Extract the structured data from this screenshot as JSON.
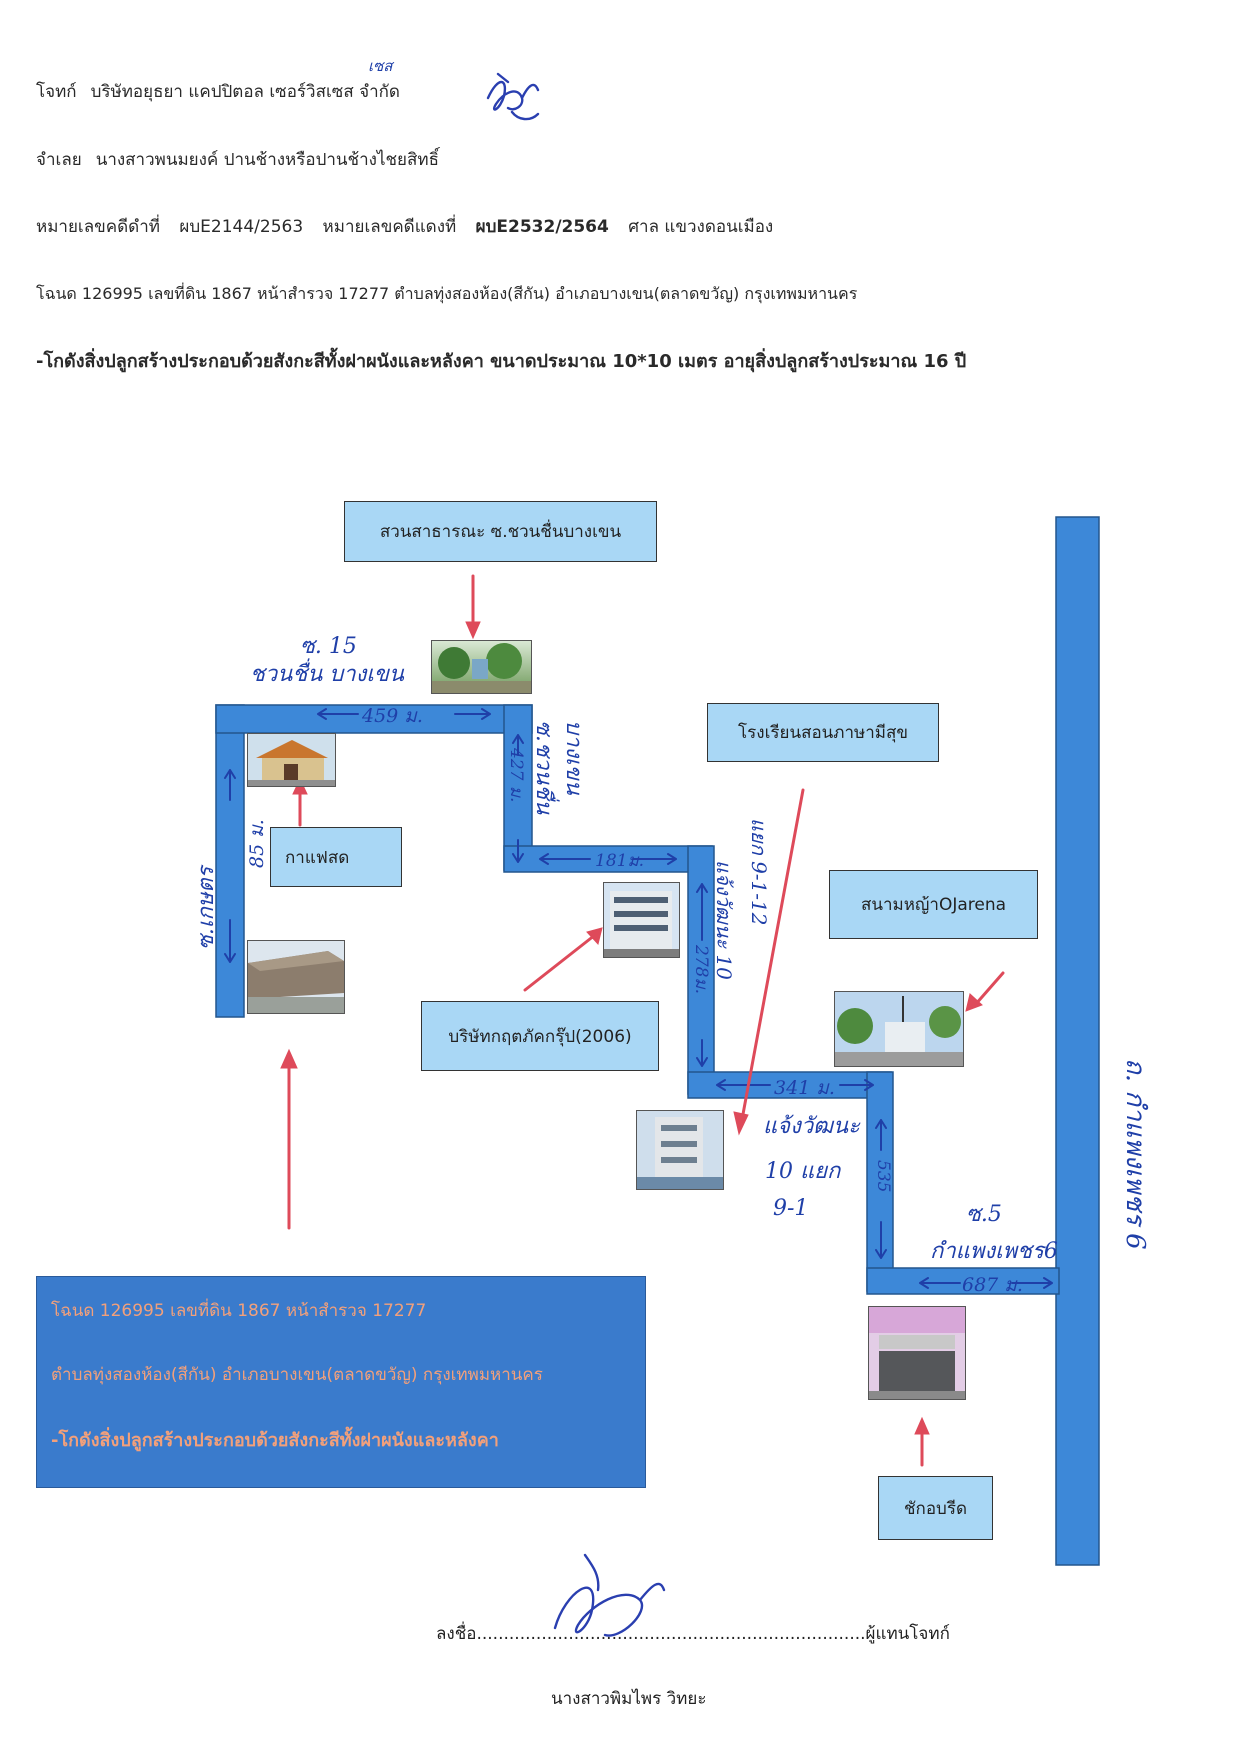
{
  "header": {
    "plaintiff_label": "โจทก์",
    "plaintiff": "บริษัทอยุธยา แคปปิตอล เซอร์วิสเซส จำกัด",
    "plaintiff_correction": "เซส",
    "defendant_label": "จำเลย",
    "defendant": "นางสาวพนมยงค์ ปานช้างหรือปานช้างไชยสิทธิ์",
    "black_case_label": "หมายเลขคดีดำที่",
    "black_case": "ผบE2144/2563",
    "red_case_label": "หมายเลขคดีแดงที่",
    "red_case": "ผบE2532/2564",
    "court": "ศาล แขวงดอนเมือง",
    "deed_line": "โฉนด 126995 เลขที่ดิน 1867 หน้าสำรวจ 17277 ตำบลทุ่งสองห้อง(สีกัน) อำเภอบางเขน(ตลาดขวัญ) กรุงเทพมหานคร",
    "building_line": "-โกดังสิ่งปลูกสร้างประกอบด้วยสังกะสีทั้งฝาผนังและหลังคา ขนาดประมาณ 10*10 เมตร อายุสิ่งปลูกสร้างประมาณ 16 ปี"
  },
  "map": {
    "landmarks": {
      "park": "สวนสาธารณะ ซ.ชวนชื่นบางเขน",
      "school": "โรงเรียนสอนภาษามีสุข",
      "coffee": "กาแฟสด",
      "football": "สนามหญ้าOJarena",
      "company": "บริษัทกฤตภัคกรุ๊ป(2006)",
      "chicken": "ชักอบรีด"
    },
    "handwritten": {
      "soi15_line1": "ซ. 15",
      "soi15_line2": "ชวนชื่น บางเขน",
      "chuanchuen_line1": "ซ.ชวนชื่น",
      "chuanchuen_line2": "บางเขน",
      "soi_ket": "ซ.เกษตร",
      "changwattana_vertical_1": "แจ้งวัฒนะ 10",
      "changwattana_vertical_2": "แยก 9-1-12",
      "changwattana_line1": "แจ้งวัฒนะ",
      "changwattana_line2": "10 แยก",
      "changwattana_line3": "9-1",
      "soi5_line1": "ซ.5",
      "soi5_line2": "กำแพงเพชร6",
      "main_road": "ถ. กำแพงเพชร 6"
    },
    "distances": {
      "d459": "459 ม.",
      "d427": "427 ม.",
      "d181": "181ม.",
      "d85": "85 ม.",
      "d278": "278ม.",
      "d341": "341 ม.",
      "d535": "535",
      "d687": "687 ม."
    },
    "road_color": "#3d88d8",
    "arrow_color": "#de4a5a"
  },
  "legend": {
    "line1": "โฉนด 126995 เลขที่ดิน 1867 หน้าสำรวจ 17277",
    "line2": "ตำบลทุ่งสองห้อง(สีกัน) อำเภอบางเขน(ตลาดขวัญ) กรุงเทพมหานคร",
    "line3": "-โกดังสิ่งปลูกสร้างประกอบด้วยสังกะสีทั้งฝาผนังและหลังคา"
  },
  "footer": {
    "sign_label": "ลงชื่อ",
    "dots": "........................................................................",
    "role": "ผู้แทนโจทก์",
    "signer": "นางสาวพิมไพร วิทยะ"
  }
}
